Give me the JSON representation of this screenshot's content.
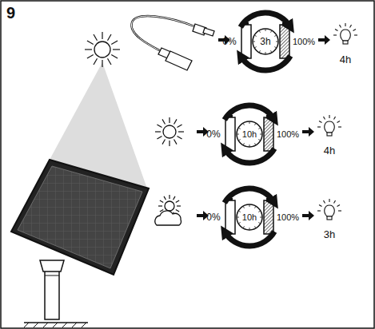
{
  "diagram": {
    "labels": [
      "9",
      "0%",
      "3h",
      "100%",
      "4h",
      "0%",
      "10h",
      "100%",
      "4h",
      "0%",
      "10h",
      "100%",
      "3h"
    ]
  }
}
